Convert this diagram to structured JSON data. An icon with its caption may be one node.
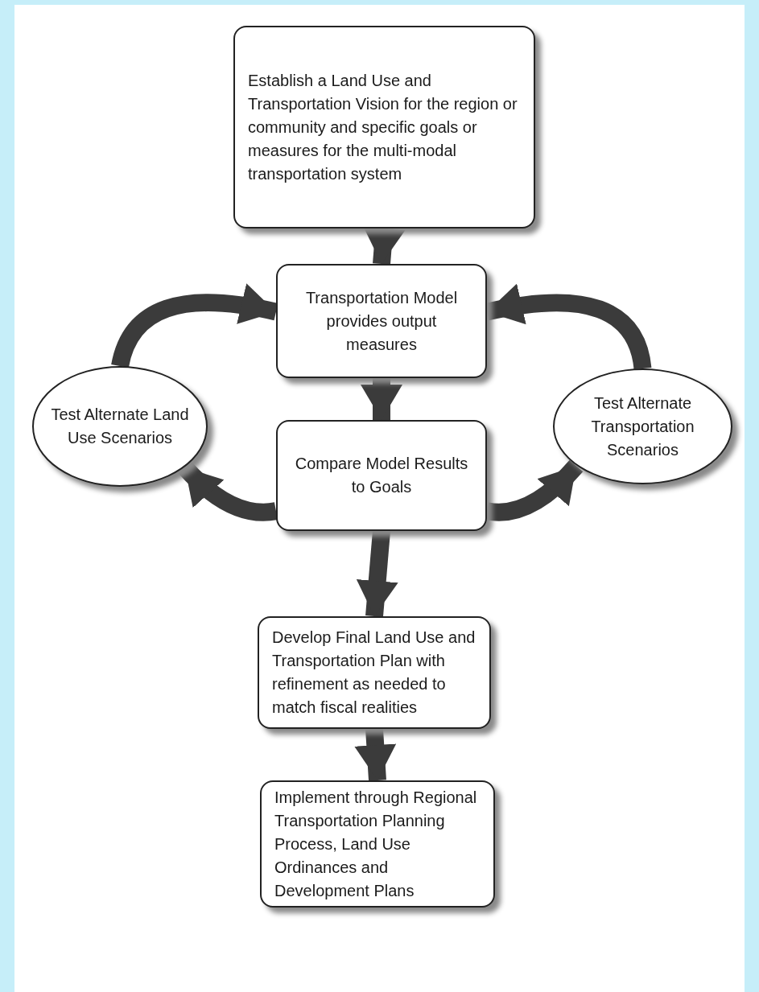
{
  "diagram": {
    "nodes": [
      {
        "text": [
          "Establish a Land Use and Transportation Vision for the region or community and specific goals or measures for the multi-modal transportation system"
        ]
      },
      {
        "text": [
          "Transportation Model provides output measures"
        ]
      },
      {
        "text": [
          "Compare Model Results to Goals"
        ]
      },
      {
        "text": [
          "Develop Final Land Use and Transportation Plan with refinement as needed to match fiscal realities"
        ]
      },
      {
        "text": [
          "Implement through Regional Transportation Planning Process, Land Use Ordinances and Development Plans"
        ]
      },
      {
        "text": [
          "Test Alternate Land Use Scenarios"
        ]
      },
      {
        "text": [
          "Test Alternate Transportation Scenarios"
        ]
      }
    ],
    "edges": [
      {
        "from": 0,
        "to": 1,
        "arrow": "to"
      },
      {
        "from": 1,
        "to": 2,
        "arrow": "to"
      },
      {
        "from": 2,
        "to": 5,
        "arrow": "to"
      },
      {
        "from": 5,
        "to": 1,
        "arrow": "to"
      },
      {
        "from": 2,
        "to": 6,
        "arrow": "to"
      },
      {
        "from": 6,
        "to": 1,
        "arrow": "to"
      },
      {
        "from": 2,
        "to": 3,
        "arrow": "to"
      },
      {
        "from": 3,
        "to": 4,
        "arrow": "to"
      }
    ]
  }
}
